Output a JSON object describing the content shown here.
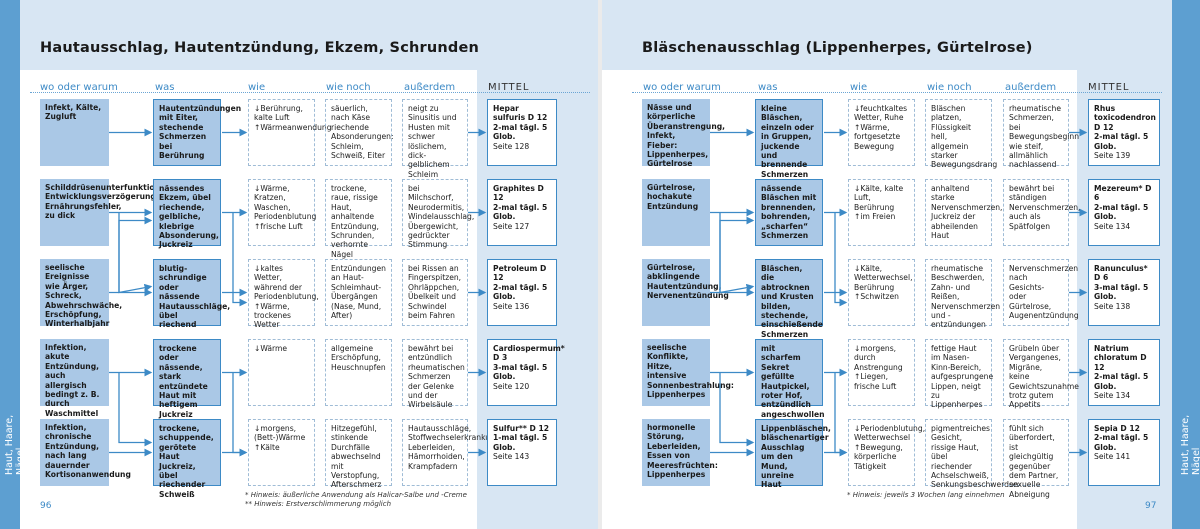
{
  "left": {
    "title": "Hautausschlag, Hautentzündung, Ekzem, Schrunden",
    "cols": [
      "wo oder warum",
      "was",
      "wie",
      "wie noch",
      "außerdem",
      "MITTEL"
    ],
    "rows": [
      {
        "wo": "Infekt, Kälte, Zugluft",
        "was": "Hautentzündungen mit Eiter, stechende Schmerzen bei Berührung",
        "wie": "↓Berührung, kalte Luft\n↑Wärmeanwendung",
        "wienoch": "säuerlich, nach Käse riechende Absonderungen: Schleim, Schweiß, Eiter",
        "ausserdem": "neigt zu Sinusitis und Husten mit schwer löslichem, dick-gelblichem Schleim",
        "mittel": "Hepar sulfuris D 12",
        "dose": "2-mal tägl. 5 Glob.",
        "seite": "Seite 128"
      },
      {
        "wo": "Schilddrüsenunterfunktion, Entwicklungsverzögerung, Ernährungsfehler, zu dick",
        "was": "nässendes Ekzem, übel riechende, gelbliche, klebrige Absonderung, Juckreiz",
        "wie": "↓Wärme, Kratzen, Waschen, Periodenblutung\n↑frische Luft",
        "wienoch": "trockene, raue, rissige Haut, anhaltende Entzündung, Schrunden, verhornte Nägel",
        "ausserdem": "bei Milchschorf, Neurodermitis, Windelausschlag, Übergewicht, gedrückter Stimmung",
        "mittel": "Graphites D 12",
        "dose": "2-mal tägl. 5 Glob.",
        "seite": "Seite 127"
      },
      {
        "wo": "seelische Ereignisse wie Ärger, Schreck, Abwehrschwäche, Erschöpfung, Winterhalbjahr",
        "was": "blutig-schrundige oder nässende Hautausschläge, übel riechend",
        "wie": "↓kaltes Wetter, während der Periodenblutung,\n↑Wärme, trockenes Wetter",
        "wienoch": "Entzündungen an Haut-Schleimhaut-Übergängen (Nase, Mund, After)",
        "ausserdem": "bei Rissen an Fingerspitzen, Ohrläppchen, Übelkeit und Schwindel beim Fahren",
        "mittel": "Petroleum D 12",
        "dose": "2-mal tägl. 5 Glob.",
        "seite": "Seite 136"
      },
      {
        "wo": "Infektion, akute Entzündung, auch allergisch bedingt z. B. durch Waschmittel",
        "was": "trockene oder nässende, stark entzündete Haut mit heftigem Juckreiz",
        "wie": "↓Wärme",
        "wienoch": "allgemeine Erschöpfung, Heuschnupfen",
        "ausserdem": "bewährt bei entzündlich rheumatischen Schmerzen der Gelenke und der Wirbelsäule",
        "mittel": "Cardiospermum* D 3",
        "dose": "3-mal tägl. 5 Glob.",
        "seite": "Seite 120"
      },
      {
        "wo": "Infektion, chronische Entzündung, nach lang dauernder Kortisonanwendung",
        "was": "trockene, schuppende, gerötete Haut Juckreiz, übel riechender Schweiß",
        "wie": "↓morgens, (Bett-)Wärme\n↑Kälte",
        "wienoch": "Hitzegefühl, stinkende Durchfälle abwechselnd mit Verstopfung, Afterschmerz",
        "ausserdem": "Hautausschläge, Stoffwechselerkrankung, Leberleiden, Hämorrhoiden, Krampfadern",
        "mittel": "Sulfur** D 12",
        "dose": "1-mal tägl. 5 Glob.",
        "seite": "Seite 143"
      }
    ],
    "notes": [
      "* Hinweis: äußerliche Anwendung als Halicar-Salbe und -Creme",
      "** Hinweis: Erstverschlimmerung möglich"
    ],
    "page": "96",
    "side": "Haut, Haare, Nägel"
  },
  "right": {
    "title": "Bläschenausschlag (Lippenherpes, Gürtelrose)",
    "cols": [
      "wo oder warum",
      "was",
      "wie",
      "wie noch",
      "außerdem",
      "MITTEL"
    ],
    "rows": [
      {
        "wo": "Nässe und körperliche Überanstrengung, Infekt, Fieber: Lippenherpes, Gürtelrose",
        "was": "kleine Bläschen, einzeln oder in Gruppen, juckende und brennende Schmerzen",
        "wie": "↓feuchtkaltes Wetter, Ruhe\n↑Wärme, fortgesetzte Bewegung",
        "wienoch": "Bläschen platzen, Flüssigkeit hell, allgemein starker Bewegungsdrang",
        "ausserdem": "rheumatische Schmerzen, bei Bewegungsbeginn wie steif, allmählich nachlassend",
        "mittel": "Rhus toxicodendron D 12",
        "dose": "2-mal tägl. 5 Glob.",
        "seite": "Seite 139"
      },
      {
        "wo": "Gürtelrose, hochakute Entzündung",
        "was": "nässende Bläschen mit brennenden, bohrenden, „scharfen“ Schmerzen",
        "wie": "↓Kälte, kalte Luft, Berührung\n↑im Freien",
        "wienoch": "anhaltend starke Nervenschmerzen, Juckreiz der abheilenden Haut",
        "ausserdem": "bewährt bei ständigen Nervenschmerzen, auch als Spätfolgen",
        "mittel": "Mezereum* D 6",
        "dose": "2-mal tägl. 5 Glob.",
        "seite": "Seite 134"
      },
      {
        "wo": "Gürtelrose, abklingende Hautentzündung, Nervenentzündung",
        "was": "Bläschen, die abtrocknen und Krusten bilden, stechende, einschießende Schmerzen",
        "wie": "↓Kälte, Wetterwechsel, Berührung\n↑Schwitzen",
        "wienoch": "rheumatische Beschwerden, Zahn- und Reißen, Nervenschmerzen und -entzündungen",
        "ausserdem": "Nervenschmerzen nach Gesichts- oder Gürtelrose, Augenentzündung",
        "mittel": "Ranunculus* D 6",
        "dose": "3-mal tägl. 5 Glob.",
        "seite": "Seite 138"
      },
      {
        "wo": "seelische Konflikte, Hitze, intensive Sonnenbestrahlung: Lippenherpes",
        "was": "mit scharfem Sekret gefüllte Hautpickel, roter Hof, entzündlich angeschwollen",
        "wie": "↓morgens, durch Anstrengung\n↑Liegen, frische Luft",
        "wienoch": "fettige Haut im Nasen-Kinn-Bereich, aufgesprungene Lippen, neigt zu Lippenherpes",
        "ausserdem": "Grübeln über Vergangenes, Migräne, keine Gewichtszunahme trotz gutem Appetits",
        "mittel": "Natrium chloratum D 12",
        "dose": "2-mal tägl. 5 Glob.",
        "seite": "Seite 134"
      },
      {
        "wo": "hormonelle Störung, Leberleiden, Essen von Meeresfrüchten: Lippenherpes",
        "was": "Lippenbläschen, bläschenartiger Ausschlag um den Mund, unreine Haut",
        "wie": "↓Periodenblutung, Wetterwechsel\n↑Bewegung, körperliche Tätigkeit",
        "wienoch": "pigmentreiches Gesicht, rissige Haut, übel riechender Achselschweiß, Senkungsbeschwerden",
        "ausserdem": "fühlt sich überfordert, ist gleichgültig gegenüber dem Partner, sexuelle Abneigung",
        "mittel": "Sepia D 12",
        "dose": "2-mal tägl. 5 Glob.",
        "seite": "Seite 141"
      }
    ],
    "notes": [
      "* Hinweis: jeweils 3 Wochen lang einnehmen"
    ],
    "page": "97",
    "side": "Haut, Haare, Nägel"
  },
  "colors": {
    "accent": "#3d8ac6",
    "box": "#aac8e6",
    "band": "#d8e6f3",
    "tab": "#5d9fd1"
  }
}
